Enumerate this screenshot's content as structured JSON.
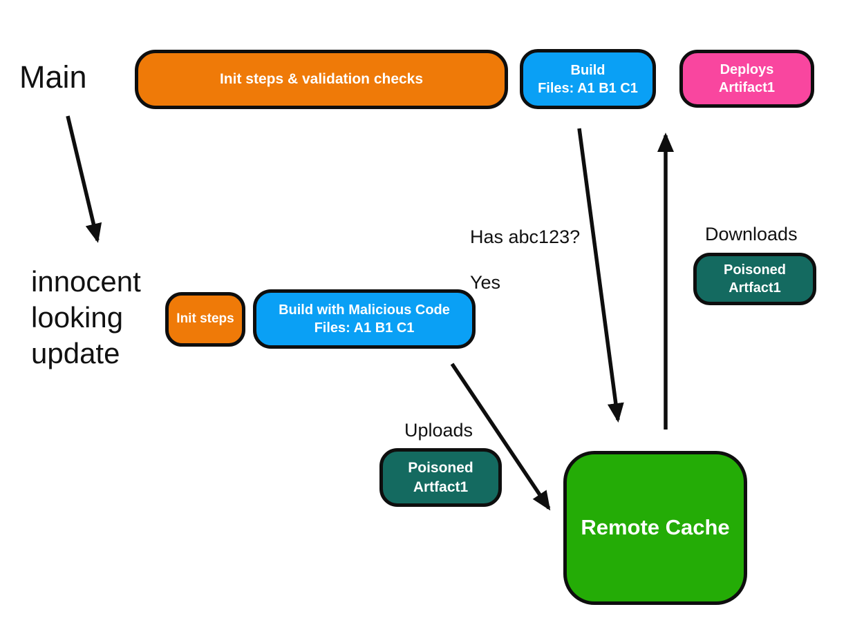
{
  "labels": {
    "main": "Main",
    "innocent_update": "innocent looking update",
    "has_cache": {
      "line1": "Has abc123?",
      "line2": "Yes"
    },
    "downloads": "Downloads",
    "uploads": "Uploads"
  },
  "nodes": {
    "init_validation": {
      "label": "Init steps & validation checks",
      "color": "#EF7A08"
    },
    "build_top": {
      "line1": "Build",
      "line2": "Files: A1 B1 C1",
      "color": "#0AA0F5"
    },
    "deploys": {
      "line1": "Deploys",
      "line2": "Artifact1",
      "color": "#F9469F"
    },
    "init_steps": {
      "label": "Init steps",
      "color": "#EF7A08"
    },
    "build_malicious": {
      "line1": "Build with Malicious Code",
      "line2": "Files: A1 B1 C1",
      "color": "#0AA0F5"
    },
    "poisoned_upload": {
      "line1": "Poisoned",
      "line2": "Artfact1",
      "color": "#146A60"
    },
    "poisoned_download": {
      "line1": "Poisoned",
      "line2": "Artfact1",
      "color": "#146A60"
    },
    "remote_cache": {
      "label": "Remote Cache",
      "color": "#24AC06"
    }
  },
  "arrows": {
    "stroke_color": "#0e0e0e"
  }
}
